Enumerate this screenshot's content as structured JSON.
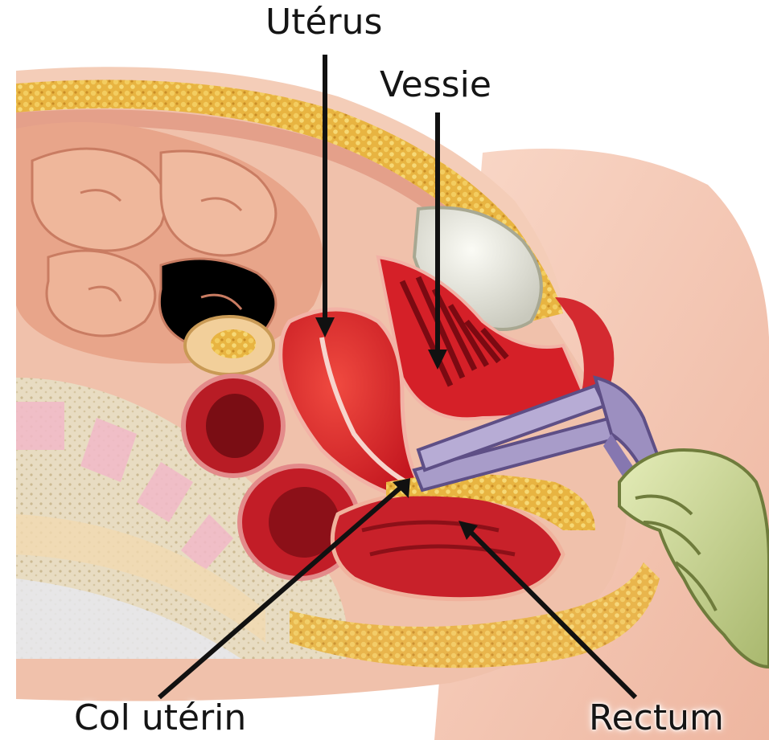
{
  "labels": {
    "uterus": "Utérus",
    "vessie": "Vessie",
    "col_uterin": "Col utérin",
    "rectum": "Rectum"
  },
  "colors": {
    "muscle_red": "#d8222b",
    "fat_yellow": "#e7b43c",
    "skin": "#f2c2ae",
    "intestine": "#e8a58a",
    "glove": "#cfdc9a",
    "speculum": "#8f7fb0",
    "bone": "#e9dfc7",
    "pointer_line": "#111111"
  }
}
